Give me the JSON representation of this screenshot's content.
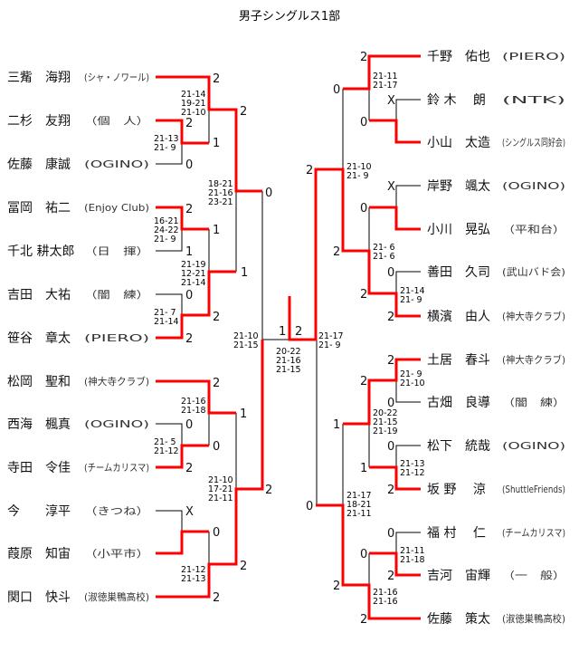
{
  "title": "男子シングルス1部",
  "colors": {
    "winner_line": "#ff0000",
    "line": "#000000"
  },
  "left_players": [
    {
      "name": "三觜　海翔",
      "club": "(シャ・ノワール)"
    },
    {
      "name": "二杉　友翔",
      "club": "（個　人）"
    },
    {
      "name": "佐藤　康誠",
      "club": "(OGINO)"
    },
    {
      "name": "冨岡　祐二",
      "club": "(Enjoy Club)"
    },
    {
      "name": "千北 耕太郎",
      "club": "（日　揮）"
    },
    {
      "name": "吉田　大祐",
      "club": "（闇　練）"
    },
    {
      "name": "笹谷　章太",
      "club": "(PIERO)"
    },
    {
      "name": "松岡　聖和",
      "club": "(神大寺クラブ)"
    },
    {
      "name": "西海　楓真",
      "club": "(OGINO)"
    },
    {
      "name": "寺田　令佳",
      "club": "(チームカリスマ)"
    },
    {
      "name": "今　　淳平",
      "club": "（きつね）"
    },
    {
      "name": "葭原　知宙",
      "club": "（小平市）"
    },
    {
      "name": "関口　快斗",
      "club": "(淑徳巣鴨高校)"
    }
  ],
  "right_players": [
    {
      "name": "千野　佑也",
      "club": "(PIERO)"
    },
    {
      "name": "鈴 木　 朗",
      "club": "(NTK)"
    },
    {
      "name": "小山　太造",
      "club": "(シングルス同好会)"
    },
    {
      "name": "岸野　颯太",
      "club": "(OGINO)"
    },
    {
      "name": "小川　晃弘",
      "club": "（平和台）"
    },
    {
      "name": "善田　久司",
      "club": "(武山バド会)"
    },
    {
      "name": "横濱　由人",
      "club": "(神大寺クラブ)"
    },
    {
      "name": "土居　春斗",
      "club": "(神大寺クラブ)"
    },
    {
      "name": "古畑　良導",
      "club": "（闇　練）"
    },
    {
      "name": "松下　統哉",
      "club": "(OGINO)"
    },
    {
      "name": "坂 野　 涼",
      "club": "(ShuttleFriends)"
    },
    {
      "name": "福 村　 仁",
      "club": "(チームカリスマ)"
    },
    {
      "name": "吉河　宙輝",
      "club": "（一　般）"
    },
    {
      "name": "佐藤　策太",
      "club": "(淑徳巣鴨高校)"
    }
  ],
  "results": [
    "2",
    "2",
    "1",
    "0",
    "2",
    "0",
    "1",
    "2",
    "1",
    "1",
    "0",
    "2",
    "2",
    "2",
    "1",
    "0",
    "2",
    "0",
    "2",
    "X",
    "0",
    "2",
    "2",
    "1",
    "2",
    "2",
    "0",
    "X",
    "0",
    "2",
    "2",
    "X",
    "0",
    "2",
    "0",
    "2",
    "0",
    "1",
    "2",
    "2",
    "1",
    "2",
    "0",
    "0",
    "2",
    "0",
    "2",
    "0",
    "2"
  ],
  "game_scores": [
    [
      "21-14",
      "19-21",
      "21-10"
    ],
    [
      "21-13",
      "21- 9"
    ],
    [
      "18-21",
      "21-16",
      "23-21"
    ],
    [
      "16-21",
      "24-22",
      "21- 9"
    ],
    [
      "21-19",
      "12-21",
      "21-14"
    ],
    [
      "21- 7",
      "21-14"
    ],
    [
      "21-10",
      "21-15"
    ],
    [
      "21-16",
      "21-18"
    ],
    [
      "21- 5",
      "21-12"
    ],
    [
      "21-10",
      "17-21",
      "21-11"
    ],
    [
      "21-12",
      "21-13"
    ],
    [
      "20-22",
      "21-16",
      "21-15"
    ],
    [
      "21-17",
      "21- 9"
    ],
    [
      "21-11",
      "21-17"
    ],
    [
      "21-10",
      "21- 9"
    ],
    [
      "21- 6",
      "21- 6"
    ],
    [
      "21-14",
      "21- 9"
    ],
    [
      "21- 9",
      "21-10"
    ],
    [
      "20-22",
      "21-15",
      "21-19"
    ],
    [
      "21-13",
      "21-12"
    ],
    [
      "21-17",
      "18-21",
      "21-11"
    ],
    [
      "21-11",
      "21-18"
    ],
    [
      "21-16",
      "21-16"
    ]
  ]
}
